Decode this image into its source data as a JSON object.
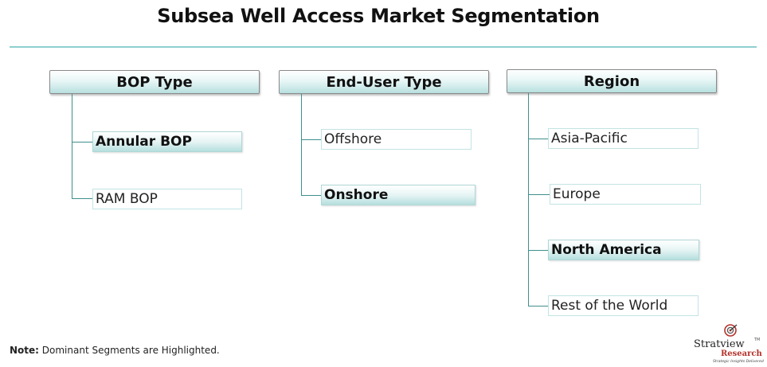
{
  "title": "Subsea Well Access Market Segmentation",
  "columns": [
    {
      "header": "BOP Type",
      "items": [
        {
          "label": "Annular BOP",
          "highlighted": true
        },
        {
          "label": "RAM BOP",
          "highlighted": false
        }
      ]
    },
    {
      "header": "End-User Type",
      "items": [
        {
          "label": "Offshore",
          "highlighted": false
        },
        {
          "label": "Onshore",
          "highlighted": true
        }
      ]
    },
    {
      "header": "Region",
      "items": [
        {
          "label": "Asia-Pacific",
          "highlighted": false
        },
        {
          "label": "Europe",
          "highlighted": false
        },
        {
          "label": "North America",
          "highlighted": true
        },
        {
          "label": "Rest of the World",
          "highlighted": false
        }
      ]
    }
  ],
  "note": {
    "label": "Note:",
    "text": " Dominant Segments are Highlighted."
  },
  "logo": {
    "name": "Stratview",
    "trademark": "TM",
    "sub": "Research",
    "tagline": "Strategic Insights Delivered"
  },
  "colors": {
    "accent_teal": "#3f8f8c",
    "title_rule": "#8fcfcf",
    "highlight_fill": "#b5dfde",
    "logo_red": "#b5312a"
  }
}
